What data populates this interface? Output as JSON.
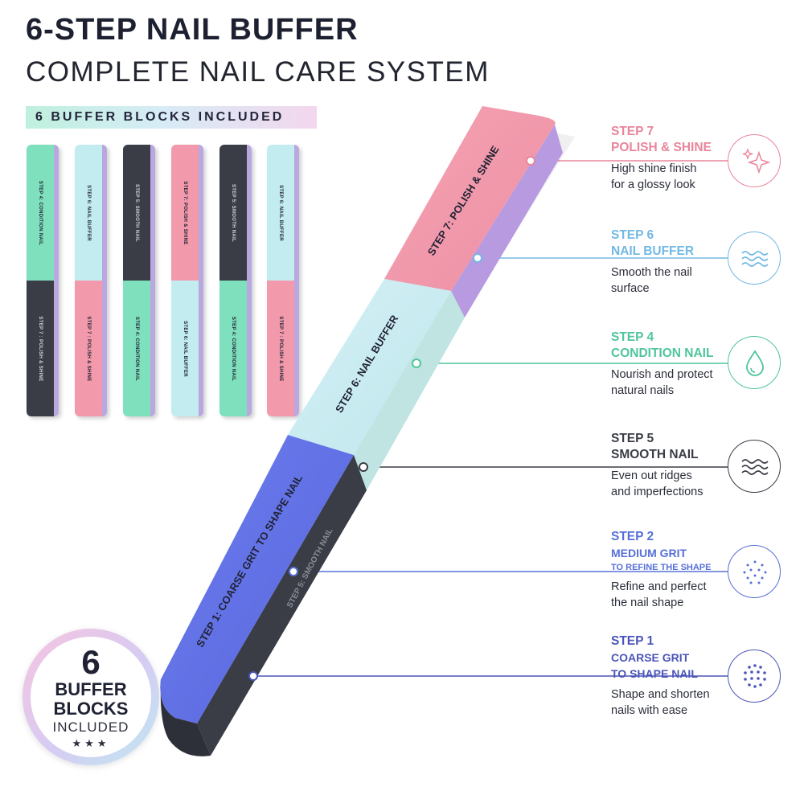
{
  "title": "6-STEP NAIL BUFFER",
  "subtitle": "COMPLETE NAIL CARE SYSTEM",
  "blocks_banner": "6 BUFFER BLOCKS INCLUDED",
  "mini_blocks": [
    {
      "top_label": "STEP 4: CONDITION NAIL",
      "bottom_label": "STEP 7 : POLISH & SHINE",
      "top_color": "#7fe0bd",
      "bottom_color": "#3a3d46"
    },
    {
      "top_label": "STEP 6: NAIL BUFFER",
      "bottom_label": "STEP 7 : POLISH & SHINE",
      "top_color": "#c3ecf1",
      "bottom_color": "#f29aac"
    },
    {
      "top_label": "STEP 5: SMOOTH NAIL",
      "bottom_label": "STEP 4: CONDITION NAIL",
      "top_color": "#3a3d46",
      "bottom_color": "#7fe0bd"
    },
    {
      "top_label": "STEP 7: POLISH & SHINE",
      "bottom_label": "STEP 6: NAIL BUFFER",
      "top_color": "#f29aac",
      "bottom_color": "#c3ecf1"
    },
    {
      "top_label": "STEP 5: SMOOTH NAIL",
      "bottom_label": "STEP 4: CONDITION NAIL",
      "top_color": "#3a3d46",
      "bottom_color": "#7fe0bd"
    },
    {
      "top_label": "STEP 6: NAIL BUFFER",
      "bottom_label": "STEP 7 : POLISH & SHINE",
      "top_color": "#c3ecf1",
      "bottom_color": "#f29aac"
    }
  ],
  "buffer_labels": {
    "pink": "STEP 7: POLISH & SHINE",
    "light_blue": "STEP 6: NAIL BUFFER",
    "blue": "STEP 1: COARSE GRIT TO SHAPE NAIL",
    "dark_side": "STEP 5: SMOOTH NAIL"
  },
  "steps": [
    {
      "num": "STEP 7",
      "name": "POLISH & SHINE",
      "name2": "",
      "desc1": "High shine finish",
      "desc2": "for a glossy look",
      "color": "#e9859b",
      "icon": "sparkle-icon"
    },
    {
      "num": "STEP 6",
      "name": "NAIL BUFFER",
      "name2": "",
      "desc1": "Smooth the nail",
      "desc2": "surface",
      "color": "#72b9e4",
      "icon": "wave-icon"
    },
    {
      "num": "STEP 4",
      "name": "CONDITION NAIL",
      "name2": "",
      "desc1": "Nourish and protect",
      "desc2": "natural nails",
      "color": "#4fc59a",
      "icon": "droplet-icon"
    },
    {
      "num": "STEP 5",
      "name": "SMOOTH NAIL",
      "name2": "",
      "desc1": "Even out ridges",
      "desc2": "and imperfections",
      "color": "#3a3d46",
      "icon": "wave-icon"
    },
    {
      "num": "STEP 2",
      "name": "MEDIUM GRIT",
      "name2": "TO REFINE THE SHAPE",
      "desc1": "Refine and perfect",
      "desc2": "the nail shape",
      "color": "#5670d8",
      "icon": "dots-icon"
    },
    {
      "num": "STEP 1",
      "name": "COARSE GRIT",
      "name2": "TO SHAPE NAIL",
      "desc1": "Shape and shorten",
      "desc2": "nails with ease",
      "color": "#4b55b8",
      "icon": "dots-icon"
    }
  ],
  "badge": {
    "num": "6",
    "line1": "BUFFER",
    "line2": "BLOCKS",
    "line3": "INCLUDED",
    "stars": "★★★"
  }
}
